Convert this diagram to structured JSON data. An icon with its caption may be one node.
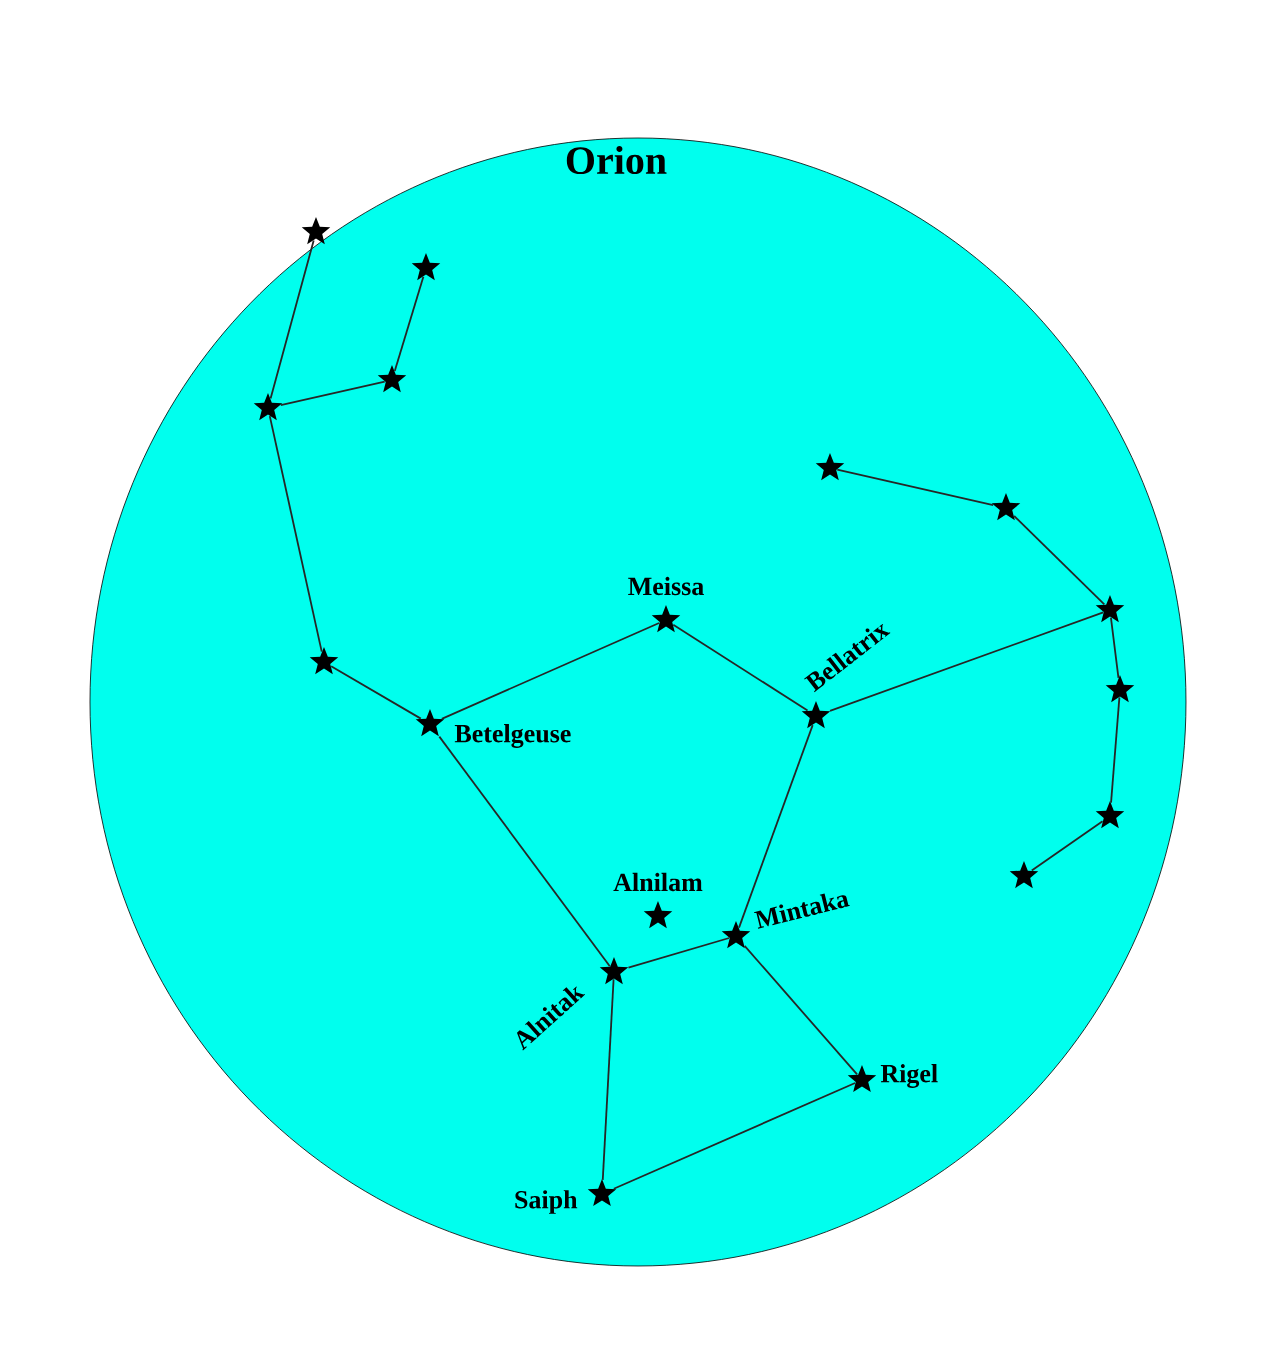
{
  "diagram": {
    "nodes": [
      {
        "text": [
          "Orion"
        ]
      },
      {
        "text": [],
        "shape": "star",
        "in": 0
      },
      {
        "text": [],
        "shape": "star",
        "in": 0
      },
      {
        "text": [],
        "shape": "star",
        "in": 0
      },
      {
        "text": [],
        "shape": "star",
        "in": 0
      },
      {
        "text": [],
        "shape": "star",
        "in": 0
      },
      {
        "text": [],
        "shape": "star",
        "in": 0,
        "beside": [
          "Betelgeuse"
        ]
      },
      {
        "text": [],
        "shape": "star",
        "in": 0,
        "beside": [
          "Meissa"
        ]
      },
      {
        "text": [],
        "shape": "star",
        "in": 0,
        "beside": [
          "Bellatrix"
        ]
      },
      {
        "text": [],
        "shape": "star",
        "in": 0
      },
      {
        "text": [],
        "shape": "star",
        "in": 0
      },
      {
        "text": [],
        "shape": "star",
        "in": 0
      },
      {
        "text": [],
        "shape": "star",
        "in": 0
      },
      {
        "text": [],
        "shape": "star",
        "in": 0
      },
      {
        "text": [],
        "shape": "star",
        "in": 0
      },
      {
        "text": [],
        "shape": "star",
        "in": 0,
        "beside": [
          "Alnilam"
        ]
      },
      {
        "text": [],
        "shape": "star",
        "in": 0,
        "beside": [
          "Mintaka"
        ]
      },
      {
        "text": [],
        "shape": "star",
        "in": 0,
        "beside": [
          "Alnitak"
        ]
      },
      {
        "text": [],
        "shape": "star",
        "in": 0,
        "beside": [
          "Rigel"
        ]
      },
      {
        "text": [],
        "shape": "star",
        "in": 0,
        "beside": [
          "Saiph"
        ]
      }
    ],
    "edges": [
      {
        "from": 1,
        "to": 3,
        "arrow": "none"
      },
      {
        "from": 2,
        "to": 4,
        "arrow": "none"
      },
      {
        "from": 3,
        "to": 4,
        "arrow": "none"
      },
      {
        "from": 3,
        "to": 5,
        "arrow": "none"
      },
      {
        "from": 5,
        "to": 6,
        "arrow": "none"
      },
      {
        "from": 6,
        "to": 7,
        "arrow": "none"
      },
      {
        "from": 7,
        "to": 8,
        "arrow": "none"
      },
      {
        "from": 8,
        "to": 11,
        "arrow": "none"
      },
      {
        "from": 9,
        "to": 10,
        "arrow": "none"
      },
      {
        "from": 10,
        "to": 11,
        "arrow": "none"
      },
      {
        "from": 11,
        "to": 12,
        "arrow": "none"
      },
      {
        "from": 12,
        "to": 13,
        "arrow": "none"
      },
      {
        "from": 13,
        "to": 14,
        "arrow": "none"
      },
      {
        "from": 6,
        "to": 17,
        "arrow": "none"
      },
      {
        "from": 8,
        "to": 16,
        "arrow": "none"
      },
      {
        "from": 16,
        "to": 17,
        "arrow": "none"
      },
      {
        "from": 16,
        "to": 18,
        "arrow": "none"
      },
      {
        "from": 17,
        "to": 19,
        "arrow": "none"
      },
      {
        "from": 19,
        "to": 18,
        "arrow": "none"
      }
    ]
  }
}
